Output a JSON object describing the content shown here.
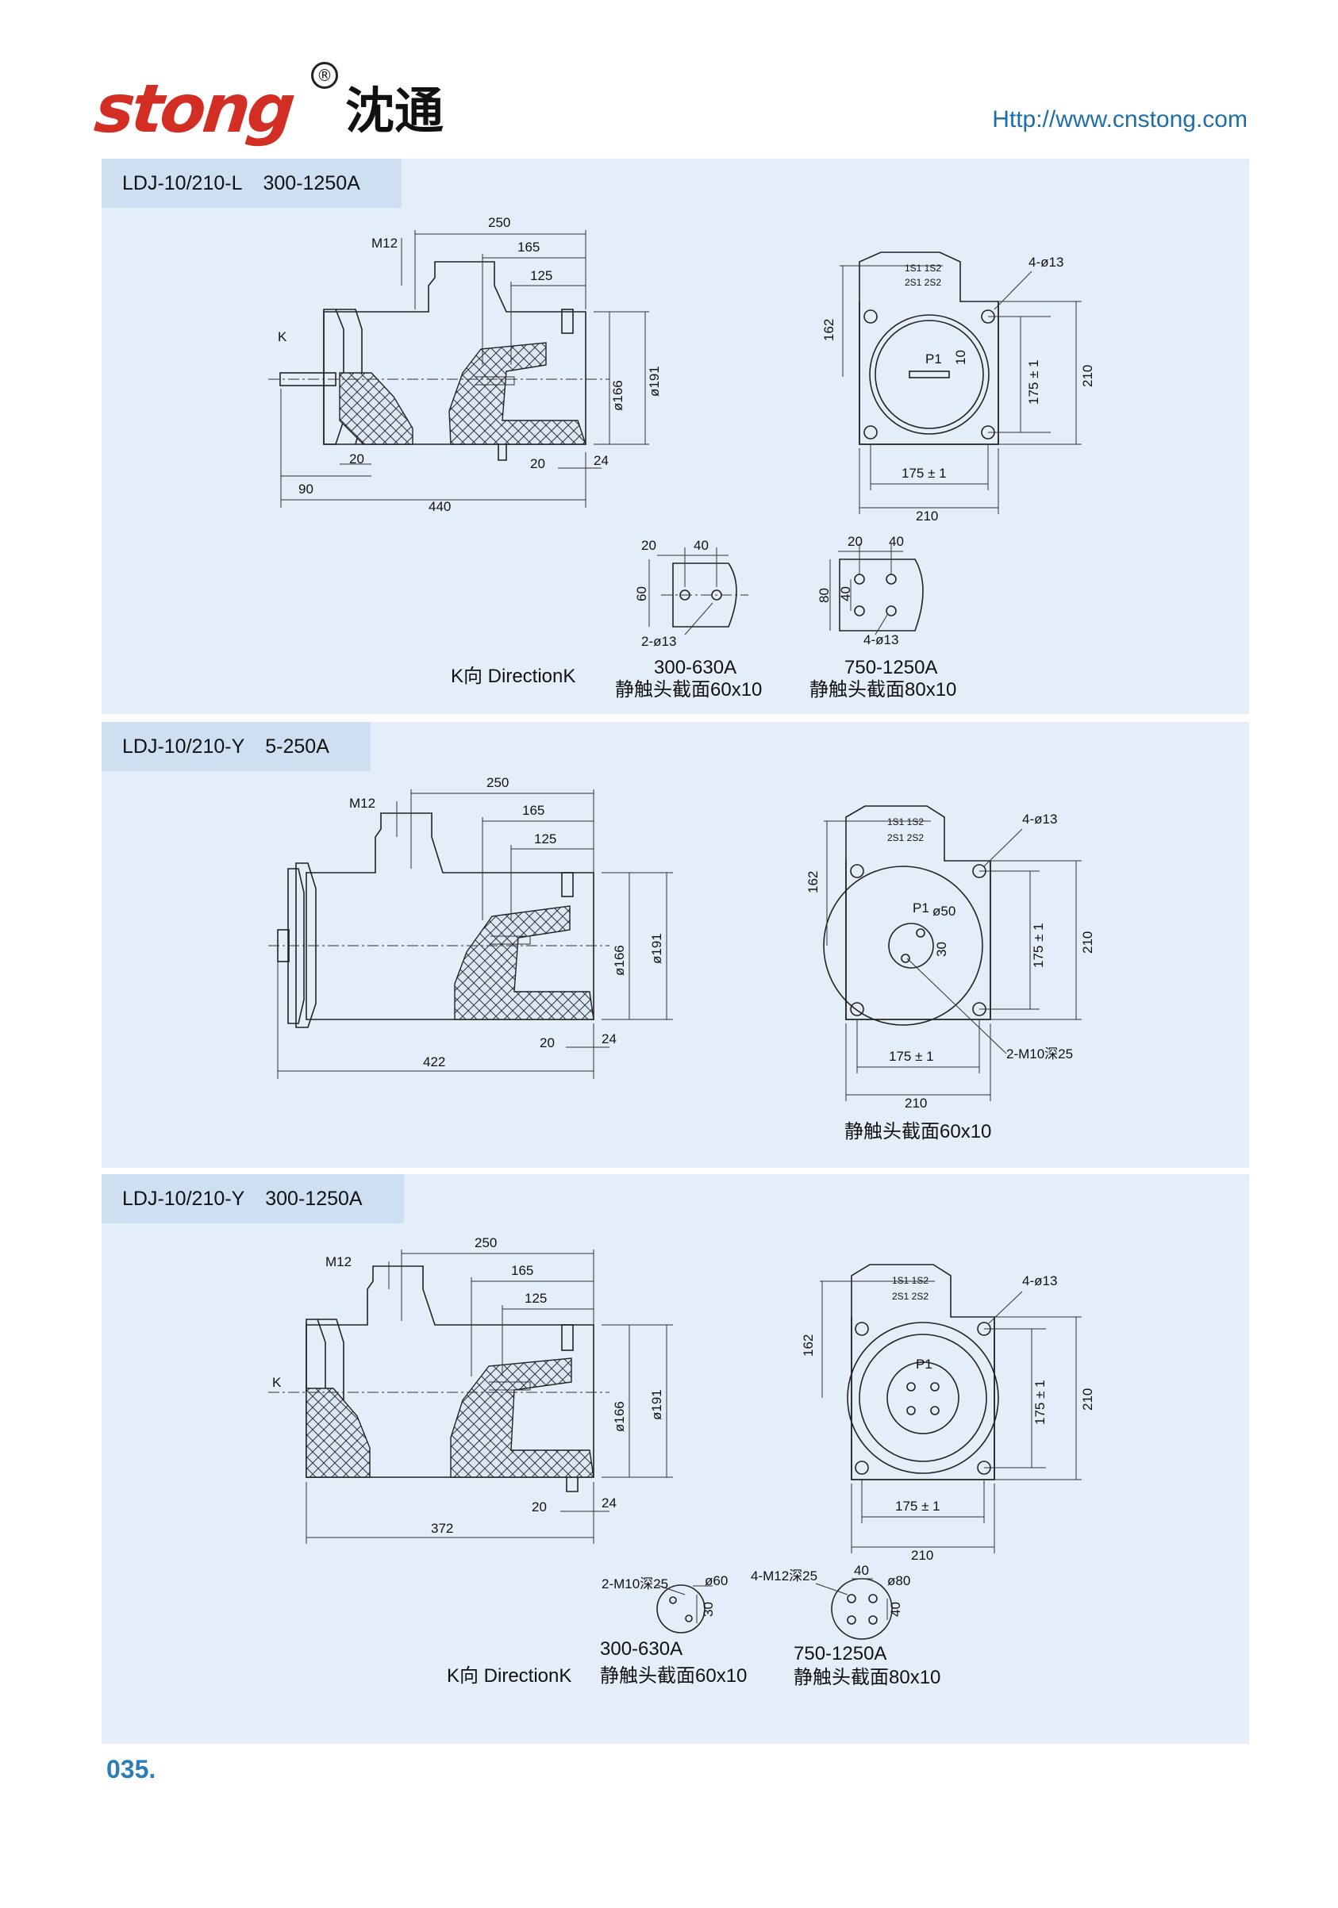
{
  "header": {
    "brand": "stong",
    "brand_mark": "®",
    "brand_cn": "沈通",
    "website": "Http://www.cnstong.com"
  },
  "sections": [
    {
      "model": "LDJ-10/210-L",
      "range": "300-1250A",
      "side_view": {
        "thread": "M12",
        "marker_k": "K",
        "d250": "250",
        "d165": "165",
        "d125": "125",
        "d166": "ø166",
        "d191": "ø191",
        "d20a": "20",
        "d20b": "20",
        "d24": "24",
        "d90": "90",
        "d440": "440"
      },
      "front_view": {
        "marking1": "1S1 1S2",
        "marking2": "2S1 2S2",
        "holes": "4-ø13",
        "d162": "162",
        "p1": "P1",
        "d10": "10",
        "d175v": "175 ± 1",
        "d210v": "210",
        "d175h": "175 ± 1",
        "d210h": "210"
      },
      "k_detail_a": {
        "d20": "20",
        "d40": "40",
        "d60": "60",
        "holes": "2-ø13",
        "current": "300-630A",
        "section": "静触头截面60x10"
      },
      "k_detail_b": {
        "d20": "20",
        "d40": "40",
        "d80": "80",
        "d40v": "40",
        "holes": "4-ø13",
        "current": "750-1250A",
        "section": "静触头截面80x10"
      },
      "k_caption": "K向 DirectionK"
    },
    {
      "model": "LDJ-10/210-Y",
      "range": "5-250A",
      "side_view": {
        "thread": "M12",
        "d250": "250",
        "d165": "165",
        "d125": "125",
        "d166": "ø166",
        "d191": "ø191",
        "d20": "20",
        "d24": "24",
        "d422": "422"
      },
      "front_view": {
        "marking1": "1S1 1S2",
        "marking2": "2S1 2S2",
        "holes": "4-ø13",
        "d162": "162",
        "p1": "P1",
        "d50": "ø50",
        "d30": "30",
        "d175v": "175 ± 1",
        "d210v": "210",
        "d175h": "175 ± 1",
        "d210h": "210",
        "thread_holes": "2-M10深25",
        "section": "静触头截面60x10"
      }
    },
    {
      "model": "LDJ-10/210-Y",
      "range": "300-1250A",
      "side_view": {
        "thread": "M12",
        "marker_k": "K",
        "d250": "250",
        "d165": "165",
        "d125": "125",
        "d166": "ø166",
        "d191": "ø191",
        "d20": "20",
        "d24": "24",
        "d372": "372"
      },
      "front_view": {
        "marking1": "1S1 1S2",
        "marking2": "2S1 2S2",
        "holes": "4-ø13",
        "d162": "162",
        "p1": "P1",
        "d175v": "175 ± 1",
        "d210v": "210",
        "d175h": "175 ± 1",
        "d210h": "210"
      },
      "k_detail_a": {
        "thread_holes": "2-M10深25",
        "d60": "ø60",
        "d30": "30",
        "current": "300-630A",
        "section": "静触头截面60x10"
      },
      "k_detail_b": {
        "thread_holes": "4-M12深25",
        "d40": "40",
        "d80": "ø80",
        "d40v": "40",
        "current": "750-1250A",
        "section": "静触头截面80x10"
      },
      "k_caption": "K向 DirectionK"
    }
  ],
  "footer": {
    "page_number": "035."
  }
}
